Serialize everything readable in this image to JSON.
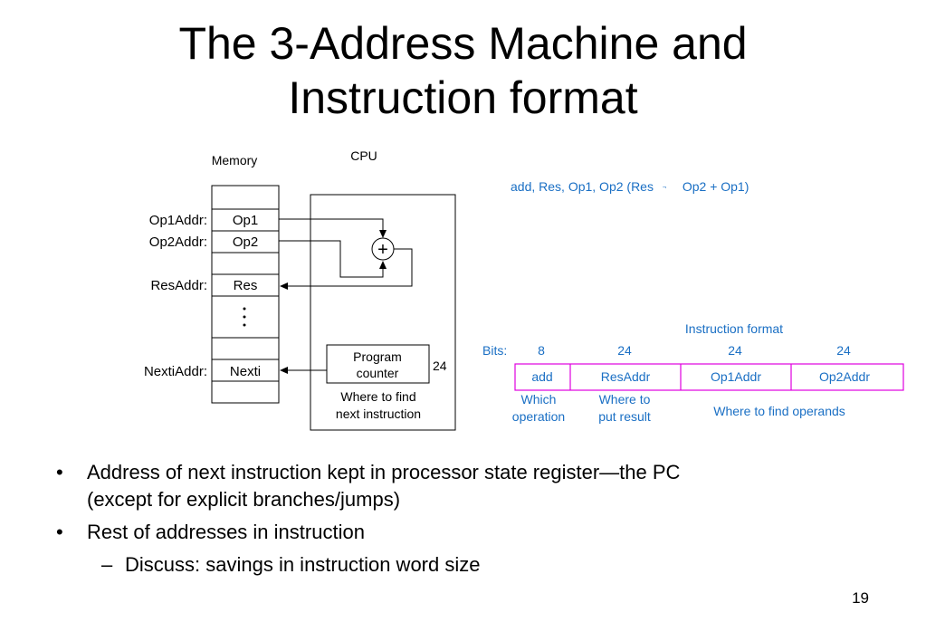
{
  "slide": {
    "title_line1": "The 3-Address Machine and",
    "title_line2": "Instruction format",
    "page_number": "19"
  },
  "diagram": {
    "memory_label": "Memory",
    "cpu_label": "CPU",
    "addr_labels": [
      "Op1Addr:",
      "Op2Addr:",
      "ResAddr:",
      "NextiAddr:"
    ],
    "cells": [
      "Op1",
      "Op2",
      "Res",
      "Nexti"
    ],
    "adder_symbol": "+",
    "pc_line1": "Program",
    "pc_line2": "counter",
    "pc_bits": "24",
    "pc_caption_line1": "Where to find",
    "pc_caption_line2": "next instruction",
    "instr_text": "add, Res, Op1, Op2  (Res",
    "instr_arrow": "¬",
    "instr_text2": "Op2 + Op1)"
  },
  "format": {
    "title": "Instruction format",
    "bits_label": "Bits:",
    "bits": [
      "8",
      "24",
      "24",
      "24"
    ],
    "fields": [
      "add",
      "ResAddr",
      "Op1Addr",
      "Op2Addr"
    ],
    "cap1_line1": "Which",
    "cap1_line2": "operation",
    "cap2_line1": "Where to",
    "cap2_line2": "put result",
    "cap3": "Where to find operands"
  },
  "bullets": {
    "b1_line1": "Address of next instruction kept in processor state register—the PC",
    "b1_line2": "(except for explicit branches/jumps)",
    "b2": "Rest of addresses in instruction",
    "sub1": "Discuss: savings in instruction word size",
    "bullet_marker": "•",
    "dash_marker": "–"
  },
  "colors": {
    "blue": "#1a6fc4",
    "magenta": "#e000e0"
  }
}
